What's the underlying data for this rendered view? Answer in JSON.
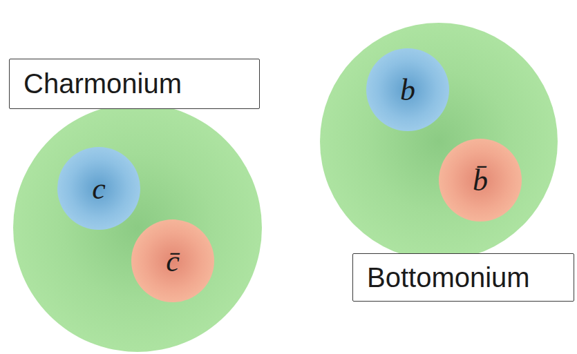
{
  "diagram": {
    "nodes": [
      {
        "text": [
          "Charmonium"
        ]
      },
      {
        "text": [
          "c"
        ],
        "in": 0
      },
      {
        "text": [
          "c̄"
        ],
        "in": 0
      },
      {
        "text": [
          "Bottomonium"
        ]
      },
      {
        "text": [
          "b"
        ],
        "in": 3
      },
      {
        "text": [
          "b̄"
        ],
        "in": 3
      }
    ]
  }
}
